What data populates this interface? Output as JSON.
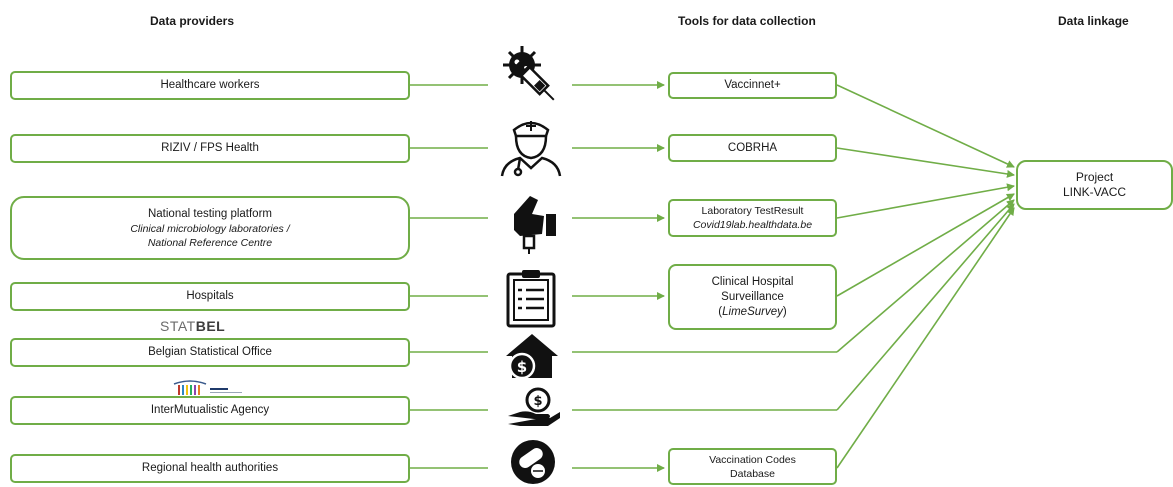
{
  "headers": {
    "providers": "Data providers",
    "tools": "Tools for data collection",
    "linkage": "Data linkage"
  },
  "providers": [
    {
      "label": "Healthcare workers"
    },
    {
      "label": "RIZIV / FPS Health"
    },
    {
      "label": "National testing platform",
      "sub1": "Clinical microbiology laboratories /",
      "sub2": "National Reference Centre"
    },
    {
      "label": "Hospitals"
    },
    {
      "label": "Belgian Statistical Office"
    },
    {
      "label": "InterMutualistic Agency"
    },
    {
      "label": "Regional health authorities"
    }
  ],
  "tools": [
    {
      "label": "Vaccinnet+"
    },
    {
      "label": "COBRHA"
    },
    {
      "line1": "Laboratory TestResult",
      "line2": "Covid19lab.healthdata.be"
    },
    {
      "line1": "Clinical Hospital",
      "line2": "Surveillance",
      "line3": "LimeSurvey"
    },
    {
      "line1": "Vaccination Codes",
      "line2": "Database"
    }
  ],
  "linkage": {
    "line1": "Project",
    "line2": "LINK-VACC"
  },
  "logos": {
    "statbel_light": "STAT",
    "statbel_bold": "BEL"
  },
  "icons": [
    "vaccine-syringe-icon",
    "doctor-icon",
    "test-swab-icon",
    "clipboard-icon",
    "house-money-icon",
    "hand-money-icon",
    "pills-icon"
  ],
  "colors": {
    "border": "#70ad47",
    "arrow": "#70ad47"
  }
}
